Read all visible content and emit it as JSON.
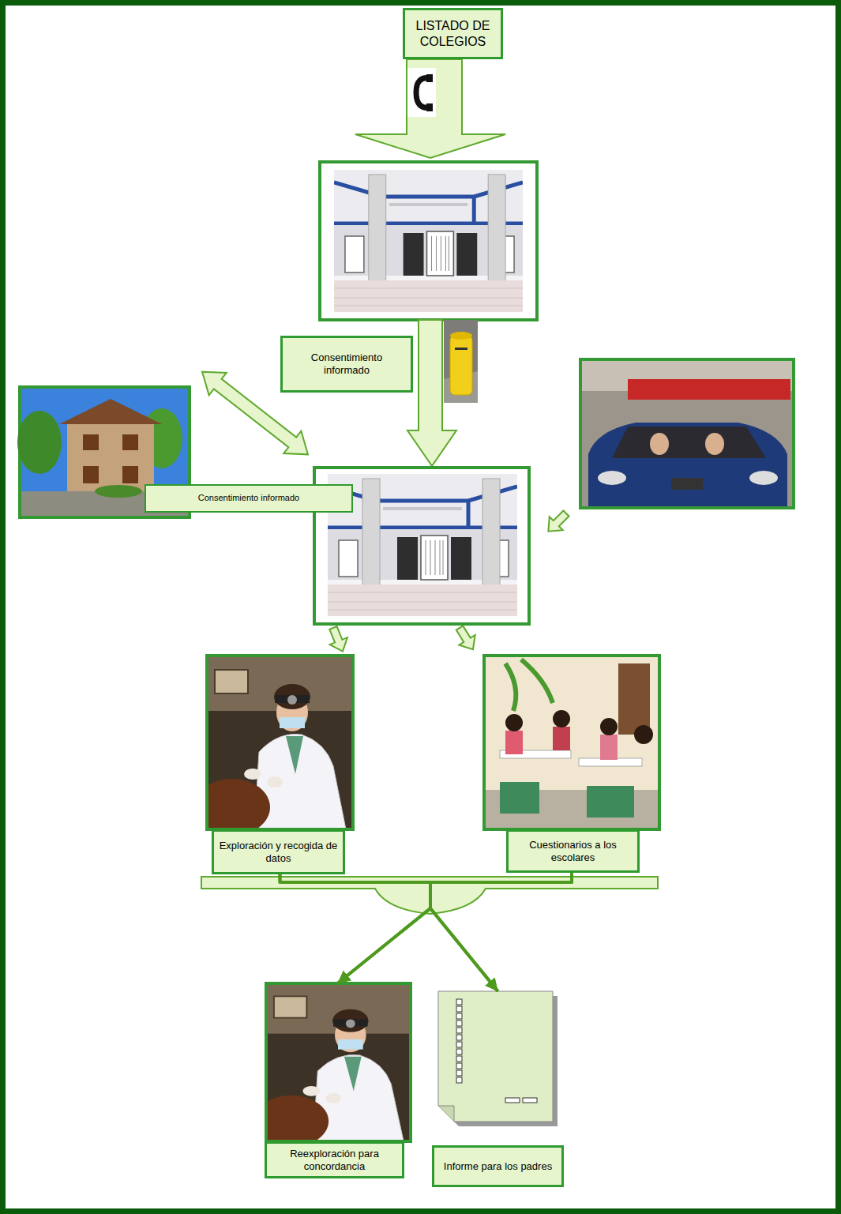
{
  "diagram": {
    "nodes": [
      {
        "text": [
          "LISTADO DE COLEGIOS"
        ]
      },
      {
        "text": [
          "Consentimiento informado"
        ]
      },
      {
        "text": [
          "Consentimiento informado"
        ]
      },
      {
        "text": [
          "Exploración y recogida de datos"
        ]
      },
      {
        "text": [
          "Cuestionarios a los escolares"
        ]
      },
      {
        "text": [
          "Reexploración para concordancia"
        ]
      },
      {
        "text": [
          "Informe para los padres"
        ]
      }
    ],
    "edges": [
      {
        "from": 3,
        "to": 5,
        "arrow": "to"
      },
      {
        "from": 3,
        "to": 6,
        "arrow": "to"
      },
      {
        "from": 4,
        "to": 5,
        "arrow": "to"
      },
      {
        "from": 4,
        "to": 6,
        "arrow": "to"
      }
    ]
  }
}
